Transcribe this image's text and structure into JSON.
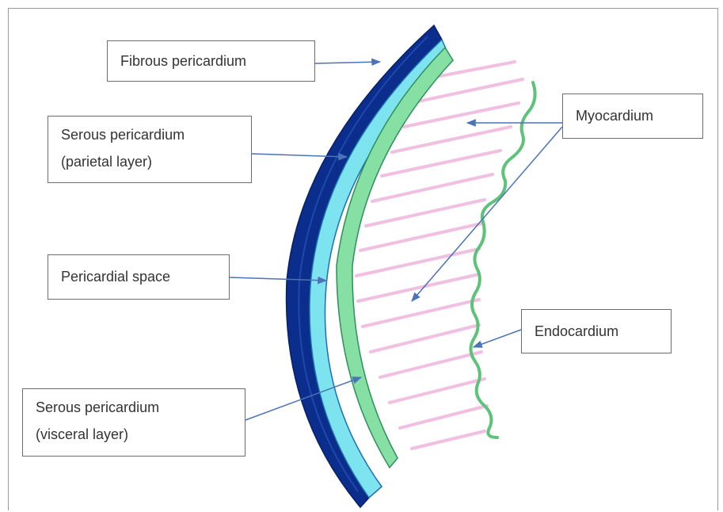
{
  "labels": {
    "fibrous": "Fibrous pericardium",
    "parietal_line1": "Serous pericardium",
    "parietal_line2": "(parietal layer)",
    "space": "Pericardial space",
    "visceral_line1": "Serous pericardium",
    "visceral_line2": "(visceral layer)",
    "myocardium": "Myocardium",
    "endocardium": "Endocardium"
  },
  "colors": {
    "fibrous_layer": "#0b2d8c",
    "parietal_layer": "#7ce3ef",
    "visceral_layer": "#86e0a4",
    "myocardium_strokes": "#f0bfe2",
    "endocardium_line": "#5ec27a",
    "arrow": "#4a73b8",
    "box_border": "#6d6d6d"
  }
}
